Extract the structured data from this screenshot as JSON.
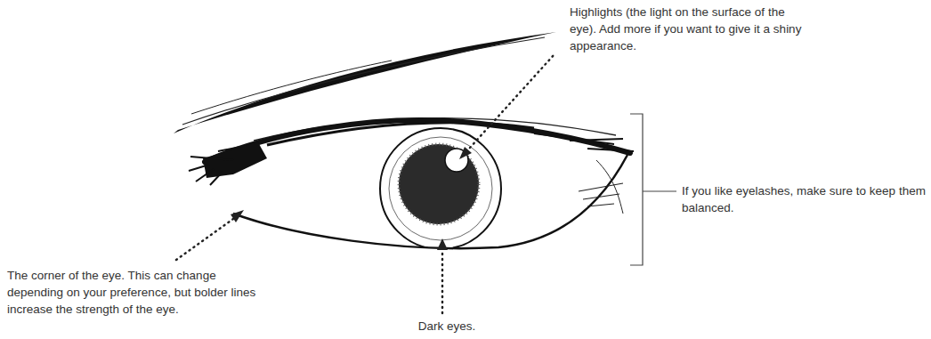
{
  "diagram": {
    "labels": [
      "Highlights (the light on the surface of the eye). Add more if you want to give it a shiny appearance.",
      "If you like eyelashes, make sure to keep them balanced.",
      "The corner of the eye. This can change depending on your preference, but bolder lines increase the strength of the eye.",
      "Dark eyes."
    ]
  }
}
